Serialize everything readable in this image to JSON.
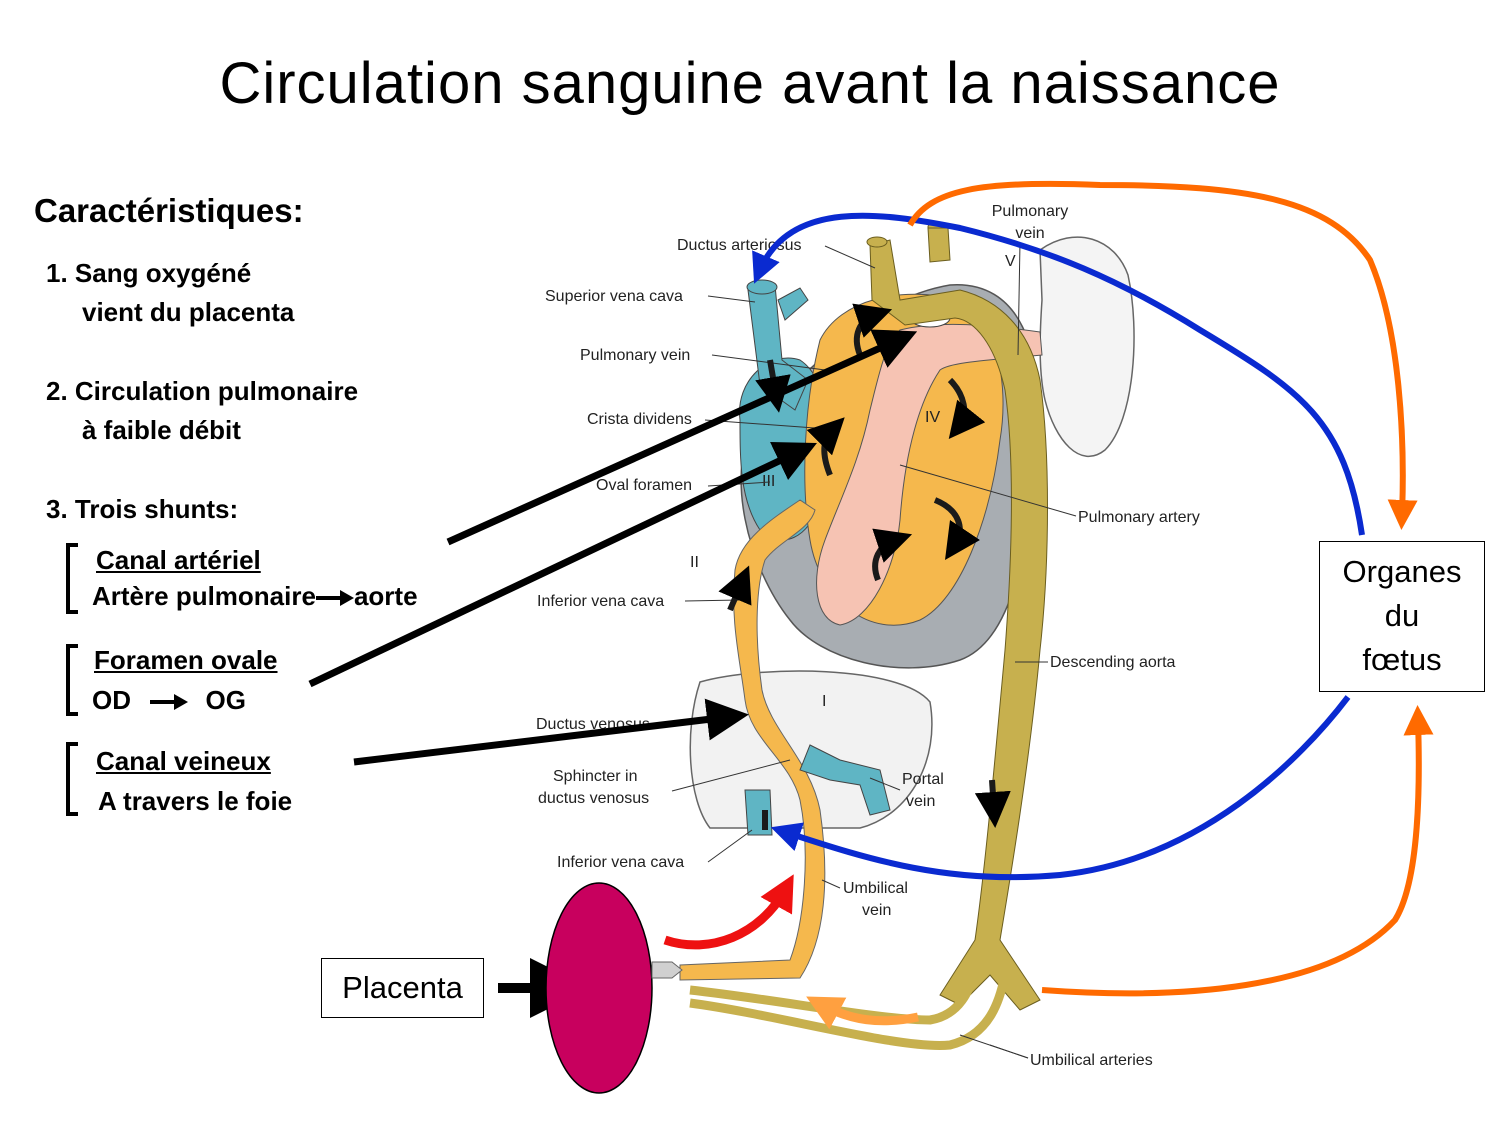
{
  "title": "Circulation sanguine avant la naissance",
  "heading": "Caractéristiques:",
  "points": [
    {
      "line1": "1. Sang oxygéné",
      "line2": "vient du placenta"
    },
    {
      "line1": "2. Circulation pulmonaire",
      "line2": "à faible débit"
    },
    {
      "line1": "3. Trois shunts:"
    }
  ],
  "shunts": [
    {
      "name": "Canal artériel",
      "from": "Artère pulmonaire",
      "to": "aorte"
    },
    {
      "name": "Foramen ovale",
      "from": "OD",
      "to": "OG"
    },
    {
      "name": "Canal veineux",
      "detail": "A travers le foie"
    }
  ],
  "boxes": {
    "placenta": "Placenta",
    "organs_line1": "Organes",
    "organs_line2": "du",
    "organs_line3": "fœtus"
  },
  "anatomy_labels": {
    "pulmonary_vein_top_1": "Pulmonary",
    "pulmonary_vein_top_2": "vein",
    "ductus_arteriosus": "Ductus arteriosus",
    "superior_vena_cava": "Superior vena cava",
    "pulmonary_vein": "Pulmonary vein",
    "crista_dividens": "Crista dividens",
    "oval_foramen": "Oval foramen",
    "pulmonary_artery": "Pulmonary artery",
    "inferior_vena_cava": "Inferior vena cava",
    "descending_aorta": "Descending aorta",
    "ductus_venosus": "Ductus venosus",
    "sphincter_1": "Sphincter in",
    "sphincter_2": "ductus venosus",
    "portal_1": "Portal",
    "portal_2": "vein",
    "inferior_vena_cava_2": "Inferior vena cava",
    "umbilical_vein_1": "Umbilical",
    "umbilical_vein_2": "vein",
    "umbilical_arteries": "Umbilical arteries",
    "roman_i": "I",
    "roman_ii": "II",
    "roman_iii": "III",
    "roman_iv": "IV",
    "roman_v": "V"
  },
  "colors": {
    "oxygenated_path": "#f5b84d",
    "aorta_olive": "#c7b04e",
    "venous_blue": "#5fb5c4",
    "pulmonary_pink": "#f6c3b3",
    "heart_grey": "#9aa0a6",
    "placenta": "#c8005e",
    "arrow_blue": "#0a2ad0",
    "arrow_orange": "#ff6a00",
    "arrow_red": "#ee1111",
    "arrow_light_orange": "#ffa040"
  }
}
